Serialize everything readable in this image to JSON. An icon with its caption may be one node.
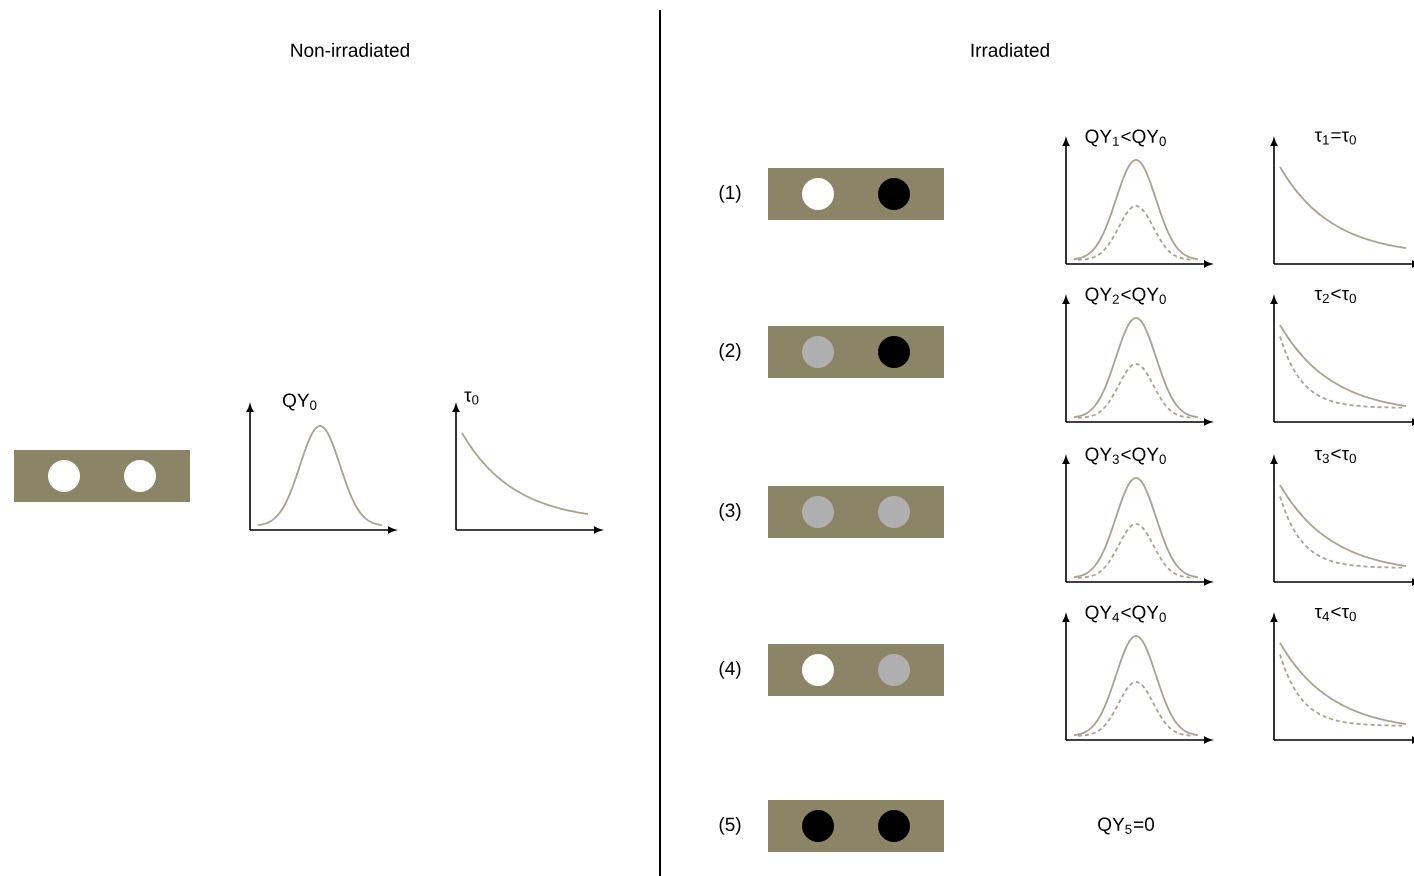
{
  "diagram": {
    "nodes": [
      {
        "text": [],
        "shape": "bar"
      },
      {
        "text": [],
        "shape": "circle",
        "in": 0
      },
      {
        "text": [],
        "shape": "circle",
        "in": 0
      },
      {
        "text": [],
        "shape": "bar"
      },
      {
        "text": [],
        "shape": "circle",
        "in": 3
      },
      {
        "text": [],
        "shape": "circle",
        "in": 3
      },
      {
        "text": [],
        "shape": "bar"
      },
      {
        "text": [],
        "shape": "circle",
        "in": 6
      },
      {
        "text": [],
        "shape": "circle",
        "in": 6
      },
      {
        "text": [],
        "shape": "bar"
      },
      {
        "text": [],
        "shape": "circle",
        "in": 9
      },
      {
        "text": [],
        "shape": "circle",
        "in": 9
      },
      {
        "text": [],
        "shape": "bar"
      },
      {
        "text": [],
        "shape": "circle",
        "in": 12
      },
      {
        "text": [],
        "shape": "circle",
        "in": 12
      },
      {
        "text": [],
        "shape": "bar"
      },
      {
        "text": [],
        "shape": "circle",
        "in": 15
      },
      {
        "text": [],
        "shape": "circle",
        "in": 15
      }
    ],
    "labels": [
      "Non-irradiated",
      "Irradiated",
      "QY$_{0}$",
      "τ$_{0}$",
      "(1)",
      "QY$_{1}$<QY$_{0}$",
      "τ$_{1}$=τ$_{0}$",
      "(2)",
      "QY$_{2}$<QY$_{0}$",
      "τ$_{2}$<τ$_{0}$",
      "(3)",
      "QY$_{3}$<QY$_{0}$",
      "τ$_{3}$<τ$_{0}$",
      "(4)",
      "QY$_{4}$<QY$_{0}$",
      "τ$_{4}$<τ$_{0}$",
      "(5)",
      "QY$_{5}$=0"
    ]
  }
}
